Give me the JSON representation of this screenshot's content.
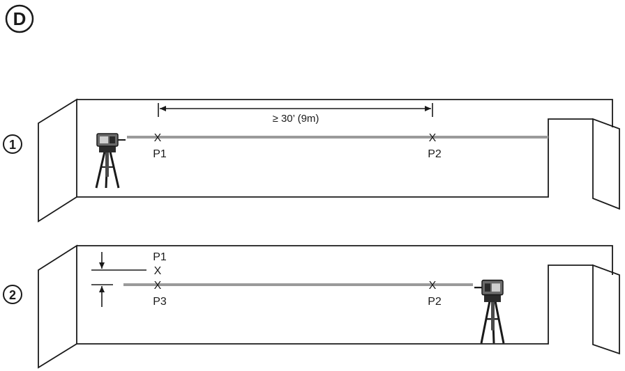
{
  "figure": {
    "badge": "D"
  },
  "panel1": {
    "step": "1",
    "distance_label": "≥ 30’ (9m)",
    "marks": [
      {
        "symbol": "X",
        "label": "P1"
      },
      {
        "symbol": "X",
        "label": "P2"
      }
    ]
  },
  "panel2": {
    "step": "2",
    "marks": [
      {
        "symbol": "X",
        "label": "P1"
      },
      {
        "symbol": "X",
        "label": "P3"
      },
      {
        "symbol": "X",
        "label": "P2"
      }
    ]
  },
  "colors": {
    "line": "#1a1a1a",
    "beam": "#9a9a9a",
    "background": "#ffffff"
  }
}
